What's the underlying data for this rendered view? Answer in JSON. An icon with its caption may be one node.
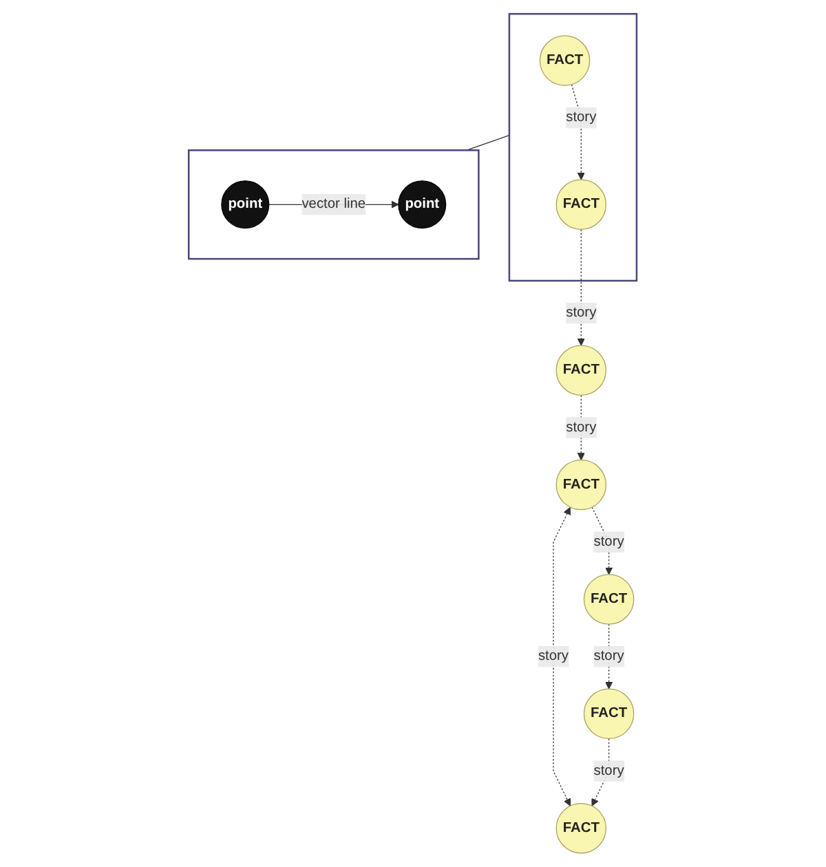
{
  "diagram": {
    "nodes": [
      {
        "text": [],
        "shape": "box"
      },
      {
        "text": [
          "FACT"
        ],
        "in": 0
      },
      {
        "text": [
          "FACT"
        ],
        "in": 0
      },
      {
        "text": [],
        "shape": "box"
      },
      {
        "text": [
          "point"
        ],
        "in": 3
      },
      {
        "text": [
          "point"
        ],
        "in": 3
      },
      {
        "text": [
          "FACT"
        ]
      },
      {
        "text": [
          "FACT"
        ]
      },
      {
        "text": [
          "FACT"
        ]
      },
      {
        "text": [
          "FACT"
        ]
      },
      {
        "text": [
          "FACT"
        ]
      }
    ],
    "edges": [
      {
        "from": 1,
        "to": 2,
        "arrow": "to",
        "label": "story",
        "style": "dashed"
      },
      {
        "from": 0,
        "to": 3,
        "arrow": "none"
      },
      {
        "from": 4,
        "to": 5,
        "arrow": "to",
        "label": "vector line"
      },
      {
        "from": 2,
        "to": 6,
        "arrow": "to",
        "label": "story",
        "style": "dashed"
      },
      {
        "from": 6,
        "to": 7,
        "arrow": "to",
        "label": "story",
        "style": "dashed"
      },
      {
        "from": 7,
        "to": 8,
        "arrow": "both",
        "label": "story",
        "style": "dashed"
      },
      {
        "from": 7,
        "to": 9,
        "arrow": "to",
        "label": "story",
        "style": "dashed"
      },
      {
        "from": 9,
        "to": 10,
        "arrow": "to",
        "label": "story",
        "style": "dashed"
      },
      {
        "from": 10,
        "to": 8,
        "arrow": "to",
        "label": "story",
        "style": "dashed"
      }
    ]
  }
}
